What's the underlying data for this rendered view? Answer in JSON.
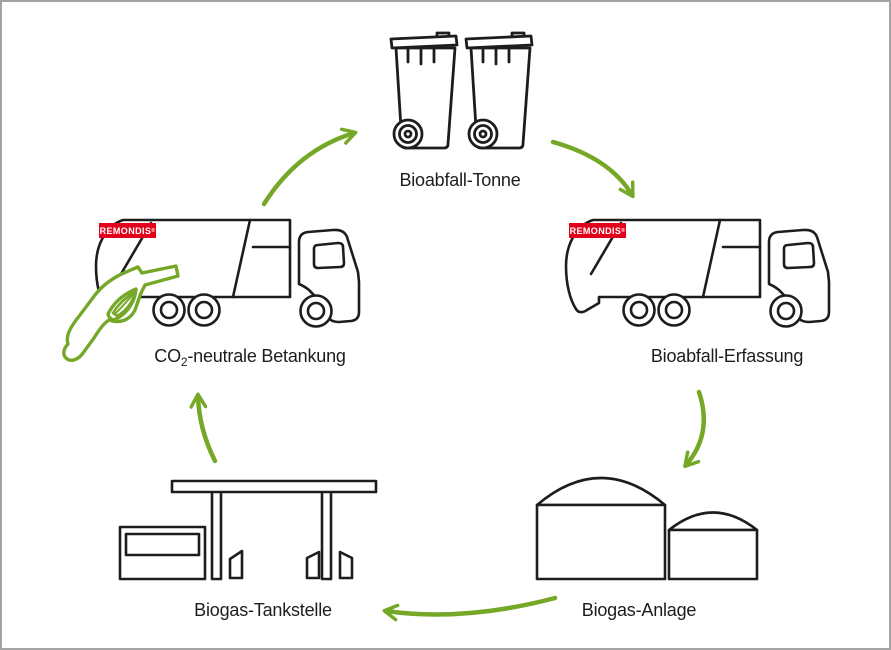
{
  "diagram": {
    "type": "cycle",
    "nodes": [
      {
        "id": "bioabfall-tonne",
        "label": "Bioabfall-Tonne",
        "icon": "waste-bins-icon"
      },
      {
        "id": "bioabfall-erfassung",
        "label": "Bioabfall-Erfassung",
        "icon": "garbage-truck-icon"
      },
      {
        "id": "biogas-anlage",
        "label": "Biogas-Anlage",
        "icon": "biogas-plant-icon"
      },
      {
        "id": "biogas-tankstelle",
        "label": "Biogas-Tankstelle",
        "icon": "fuel-station-icon"
      },
      {
        "id": "co2-neutrale-betankung",
        "label_prefix": "CO",
        "label_subscript": "2",
        "label_suffix": "-neutrale Betankung",
        "icon": "garbage-truck-with-fuel-nozzle-icon"
      }
    ],
    "flow_order": [
      "bioabfall-tonne",
      "bioabfall-erfassung",
      "biogas-anlage",
      "biogas-tankstelle",
      "co2-neutrale-betankung"
    ],
    "brand": {
      "logo_text": "REMONDIS",
      "logo_mark": "®"
    },
    "colors": {
      "outline": "#1d1d1b",
      "arrow_green": "#76a828",
      "logo_red": "#e2001a",
      "logo_text_white": "#ffffff",
      "page_border": "#a3a3a3",
      "background": "#ffffff"
    }
  }
}
